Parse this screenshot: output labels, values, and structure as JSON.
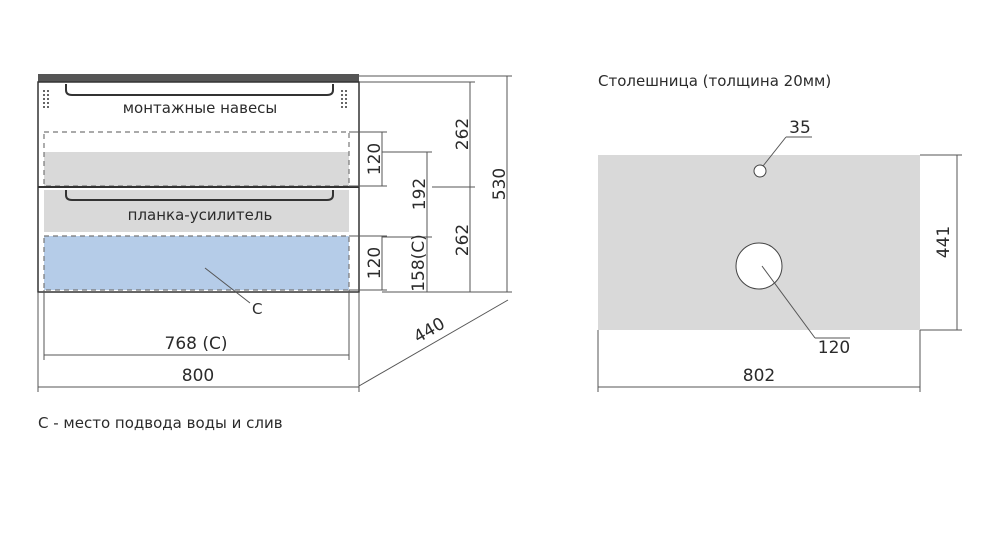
{
  "cabinet": {
    "label_mounting": "монтажные навесы",
    "label_reinforcement": "планка-усилитель",
    "label_c": "С",
    "dims": {
      "drawer_top_inner": "120",
      "drawer_bottom_inner": "120",
      "drawer_gap": "192",
      "bottom_c": "158(С)",
      "upper_height": "262",
      "lower_height": "262",
      "total_height": "530",
      "depth": "440",
      "inner_width_c": "768 (С)",
      "width": "800"
    },
    "legend": "С - место подвода воды и слив"
  },
  "countertop": {
    "title": "Столешница (толщина 20мм)",
    "dims": {
      "small_hole": "35",
      "big_hole": "120",
      "height": "441",
      "width": "802"
    }
  },
  "colors": {
    "body_fill": "#d9d9d9",
    "water_zone": "#b5cce8",
    "top_strip": "#555555",
    "outline": "#333333"
  }
}
